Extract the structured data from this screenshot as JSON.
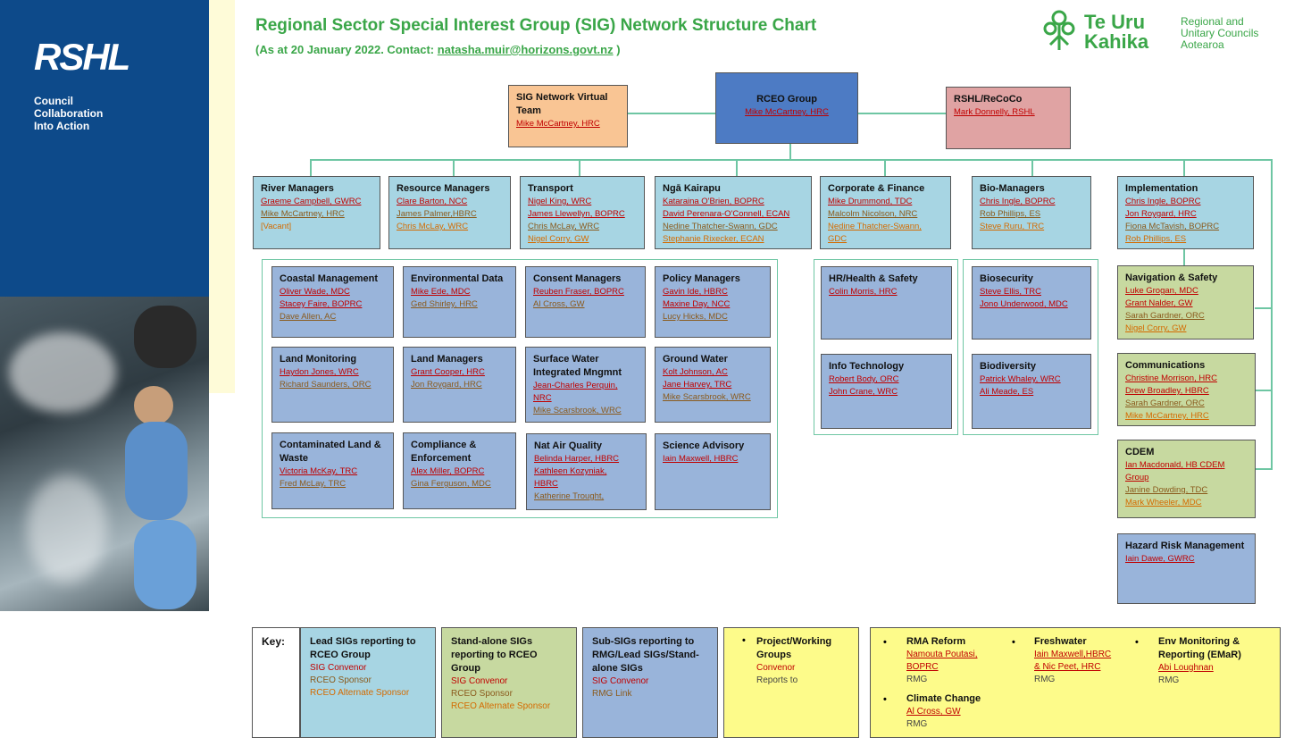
{
  "brand": {
    "logo": "RSHL",
    "tagline_lines": [
      "Council",
      "Collaboration",
      "Into Action"
    ]
  },
  "header": {
    "title": "Regional Sector Special Interest Group (SIG) Network Structure Chart",
    "subtitle_prefix": "(As at 20 January 2022. Contact: ",
    "contact_email": "natasha.muir@horizons.govt.nz",
    "subtitle_suffix": " )"
  },
  "partner_logo": {
    "name_line1": "Te Uru",
    "name_line2": "Kahika",
    "sub_line1": "Regional and",
    "sub_line2": "Unitary Councils",
    "sub_line3": "Aotearoa"
  },
  "colors": {
    "lead": "#a7d5e3",
    "standalone": "#c7d9a0",
    "sub": "#99b4da",
    "project": "#fdfb8a",
    "rceo": "#4d7bc4",
    "virtual": "#f9c594",
    "rshl": "#e0a3a3",
    "connector": "#6ec6a3"
  },
  "top": {
    "virtual": {
      "title": "SIG Network Virtual Team",
      "names": [
        "Mike McCartney, HRC"
      ]
    },
    "rceo": {
      "title": "RCEO Group",
      "names": [
        "Mike McCartney, HRC"
      ]
    },
    "rshl": {
      "title": "RSHL/ReCoCo",
      "names": [
        "Mark Donnelly, RSHL"
      ]
    }
  },
  "lead": [
    {
      "title": "River Managers",
      "names": [
        "Graeme Campbell, GWRC",
        "Mike McCartney, HRC",
        "[Vacant]"
      ]
    },
    {
      "title": "Resource Managers",
      "names": [
        "Clare Barton, NCC",
        "James Palmer,HBRC",
        "Chris McLay, WRC"
      ]
    },
    {
      "title": "Transport",
      "names": [
        "Nigel King, WRC",
        "James Llewellyn, BOPRC",
        "Chris McLay, WRC",
        "Nigel Corry, GW"
      ]
    },
    {
      "title": "Ngā Kairapu",
      "names": [
        "Kataraina O'Brien, BOPRC",
        "David Perenara-O'Connell, ECAN",
        "Nedine Thatcher-Swann, GDC",
        "Stephanie Rixecker, ECAN"
      ]
    },
    {
      "title": "Corporate & Finance",
      "names": [
        "Mike Drummond, TDC",
        "Malcolm Nicolson, NRC",
        "Nedine Thatcher-Swann,",
        "GDC"
      ]
    },
    {
      "title": "Bio-Managers",
      "names": [
        "Chris Ingle, BOPRC",
        "Rob Phillips, ES",
        "Steve Ruru, TRC"
      ]
    },
    {
      "title": "Implementation",
      "names": [
        "Chris Ingle, BOPRC",
        "Jon Roygard, HRC",
        "Fiona McTavish, BOPRC",
        "Rob Phillips, ES"
      ]
    }
  ],
  "sub": [
    {
      "title": "Coastal Management",
      "names": [
        "Oliver Wade, MDC",
        "Stacey Faire, BOPRC",
        "Dave Allen, AC"
      ]
    },
    {
      "title": "Environmental Data",
      "names": [
        "Mike Ede, MDC",
        "Ged Shirley, HRC"
      ]
    },
    {
      "title": "Consent Managers",
      "names": [
        "Reuben Fraser, BOPRC",
        "Al Cross, GW"
      ]
    },
    {
      "title": "Policy Managers",
      "names": [
        "Gavin Ide, HBRC",
        "Maxine Day, NCC",
        "Lucy Hicks, MDC"
      ]
    },
    {
      "title": "Land Monitoring",
      "names": [
        "Haydon Jones, WRC",
        "Richard Saunders, ORC"
      ]
    },
    {
      "title": "Land Managers",
      "names": [
        "Grant Cooper, HRC",
        "Jon Roygard, HRC"
      ]
    },
    {
      "title": "Surface Water Integrated Mngmnt",
      "names": [
        "Jean-Charles Perquin,",
        "NRC",
        "Mike Scarsbrook, WRC"
      ]
    },
    {
      "title": "Ground Water",
      "names": [
        "Kolt Johnson, AC",
        "Jane Harvey, TRC",
        "Mike Scarsbrook, WRC"
      ]
    },
    {
      "title": "Contaminated Land & Waste",
      "names": [
        "Victoria McKay, TRC",
        "Fred McLay, TRC"
      ]
    },
    {
      "title": "Compliance & Enforcement",
      "names": [
        "Alex Miller, BOPRC",
        "Gina Ferguson, MDC"
      ]
    },
    {
      "title": "Nat Air Quality",
      "names": [
        "Belinda Harper, HBRC",
        "Kathleen Kozyniak,",
        "HBRC",
        "Katherine Trought,"
      ]
    },
    {
      "title": "Science Advisory",
      "names": [
        "Iain Maxwell, HBRC"
      ]
    },
    {
      "title": "HR/Health & Safety",
      "names": [
        "Colin Morris, HRC"
      ]
    },
    {
      "title": "Info Technology",
      "names": [
        "Robert Body, ORC",
        "John Crane, WRC"
      ]
    },
    {
      "title": "Biosecurity",
      "names": [
        "Steve Ellis, TRC",
        "Jono Underwood, MDC"
      ]
    },
    {
      "title": "Biodiversity",
      "names": [
        "Patrick Whaley, WRC",
        "Ali Meade, ES"
      ]
    },
    {
      "title": "Hazard Risk Management",
      "names": [
        "Iain Dawe, GWRC"
      ]
    }
  ],
  "standalone": [
    {
      "title": "Navigation & Safety",
      "names": [
        "Luke Grogan, MDC",
        "Grant Nalder, GW",
        "Sarah Gardner, ORC",
        "Nigel Corry, GW"
      ]
    },
    {
      "title": "Communications",
      "names": [
        "Christine Morrison, HRC",
        "Drew Broadley, HBRC",
        "Sarah Gardner, ORC",
        "Mike McCartney, HRC"
      ]
    },
    {
      "title": "CDEM",
      "names": [
        "Ian Macdonald, HB CDEM",
        "Group",
        "Janine Dowding, TDC",
        "Mark Wheeler, MDC"
      ]
    }
  ],
  "key": {
    "label": "Key:",
    "lead": {
      "title": "Lead SIGs reporting to RCEO Group",
      "l1": "SIG Convenor",
      "l2": "RCEO Sponsor",
      "l3": "RCEO Alternate Sponsor"
    },
    "standalone": {
      "title": "Stand-alone SIGs reporting to RCEO Group",
      "l1": "SIG Convenor",
      "l2": "RCEO Sponsor",
      "l3": "RCEO Alternate Sponsor"
    },
    "sub": {
      "title": "Sub-SIGs reporting to RMG/Lead SIGs/Stand-alone SIGs",
      "l1": "SIG Convenor",
      "l2": "RMG Link"
    },
    "project": {
      "title": "Project/Working Groups",
      "l1": "Convenor",
      "l2": "Reports to"
    },
    "groups": [
      {
        "title": "RMA Reform",
        "names": [
          "Namouta Poutasi,",
          "BOPRC"
        ],
        "to": "RMG"
      },
      {
        "title": "Freshwater",
        "names": [
          "Iain Maxwell,HBRC",
          "& Nic Peet, HRC"
        ],
        "to": "RMG"
      },
      {
        "title": "Env Monitoring & Reporting (EMaR)",
        "names": [
          "Abi Loughnan"
        ],
        "to": "RMG"
      },
      {
        "title": "Climate Change",
        "names": [
          "Al Cross, GW"
        ],
        "to": "RMG"
      }
    ]
  }
}
